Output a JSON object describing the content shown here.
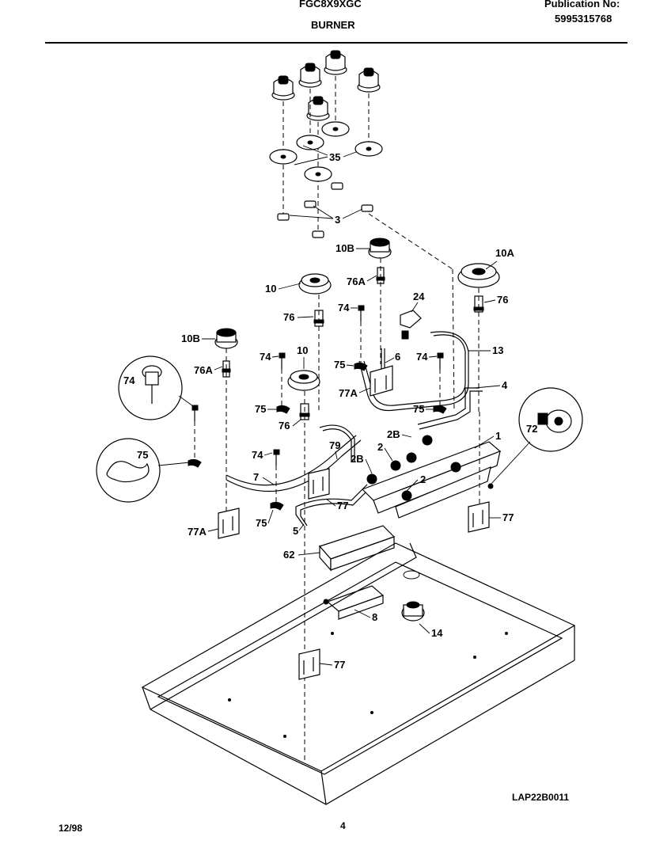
{
  "header": {
    "model": "FGC8X9XGC",
    "section": "BURNER",
    "publication_label": "Publication No:",
    "publication_number": "5995315768"
  },
  "callouts": {
    "c35": "35",
    "c3": "3",
    "c10B_top": "10B",
    "c10A": "10A",
    "c76A_top": "76A",
    "c10_top": "10",
    "c24": "24",
    "c76_right": "76",
    "c74_mid": "74",
    "c76_mid": "76",
    "c10B_left": "10B",
    "c13": "13",
    "c74_left": "74",
    "c10_mid": "10",
    "c6": "6",
    "c74_right": "74",
    "c76A_left": "76A",
    "c75_mid": "75",
    "c4": "4",
    "c74_circle": "74",
    "c77A_mid": "77A",
    "c75_left": "75",
    "c75_right": "75",
    "c72": "72",
    "c76_low": "76",
    "c2B_upper": "2B",
    "c1": "1",
    "c2_upper": "2",
    "c79": "79",
    "c75_circle": "75",
    "c74_low": "74",
    "c2B_lower": "2B",
    "c2_lower": "2",
    "c7": "7",
    "c77_mid": "77",
    "c75_low": "75",
    "c77A_left": "77A",
    "c5": "5",
    "c77_right": "77",
    "c62": "62",
    "c8": "8",
    "c14": "14",
    "c77_bottom": "77"
  },
  "footer": {
    "drawing_code": "LAP22B0011",
    "date": "12/98",
    "page": "4"
  }
}
